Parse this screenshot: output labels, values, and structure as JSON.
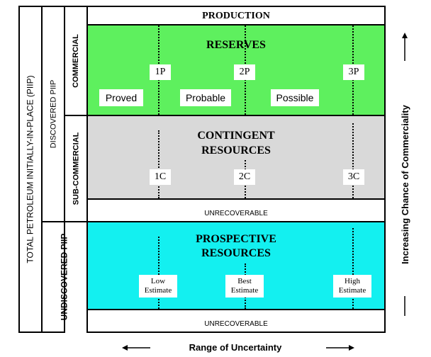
{
  "left_axis": {
    "label": "TOTAL PETROLEUM INITIALLY-IN-PLACE (PIIP)"
  },
  "discovered": {
    "label": "DISCOVERED PIIP"
  },
  "undiscovered": {
    "label": "UNDISCOVERED PIIP"
  },
  "commercial": {
    "label": "COMMERCIAL"
  },
  "sub_commercial": {
    "label": "SUB-COMMERCIAL"
  },
  "production": {
    "label": "PRODUCTION"
  },
  "reserves": {
    "title": "RESERVES",
    "markers": [
      "1P",
      "2P",
      "3P"
    ],
    "categories": [
      "Proved",
      "Probable",
      "Possible"
    ]
  },
  "contingent": {
    "title_line1": "CONTINGENT",
    "title_line2": "RESOURCES",
    "markers": [
      "1C",
      "2C",
      "3C"
    ]
  },
  "unrecoverable_1": {
    "label": "UNRECOVERABLE"
  },
  "prospective": {
    "title_line1": "PROSPECTIVE",
    "title_line2": "RESOURCES",
    "estimates": [
      {
        "line1": "Low",
        "line2": "Estimate"
      },
      {
        "line1": "Best",
        "line2": "Estimate"
      },
      {
        "line1": "High",
        "line2": "Estimate"
      }
    ]
  },
  "unrecoverable_2": {
    "label": "UNRECOVERABLE"
  },
  "right_axis": {
    "label": "Increasing Chance of Commerciality"
  },
  "bottom_axis": {
    "label": "Range of Uncertainty"
  },
  "colors": {
    "reserves": "#5ef05e",
    "contingent": "#d9d9d9",
    "prospective": "#13f0f0"
  }
}
